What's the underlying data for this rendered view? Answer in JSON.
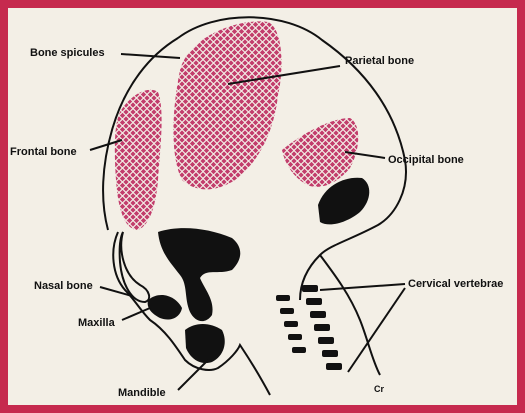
{
  "labels": {
    "bone_spicules": "Bone spicules",
    "parietal_bone": "Parietal bone",
    "frontal_bone": "Frontal bone",
    "occipital_bone": "Occipital bone",
    "nasal_bone": "Nasal bone",
    "maxilla": "Maxilla",
    "mandible": "Mandible",
    "cervical_vertebrae": "Cervical vertebrae",
    "cr_mark": "Cr"
  },
  "colors": {
    "border": "#c62a4e",
    "background": "#f3efe6",
    "ossification": "#9a2b55",
    "ink": "#111111"
  }
}
